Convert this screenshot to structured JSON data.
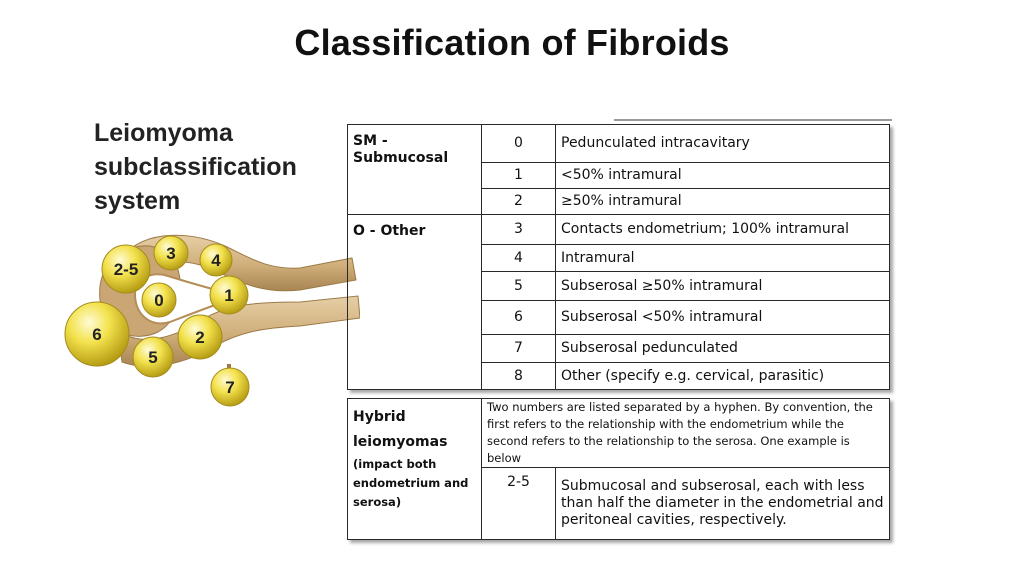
{
  "slide": {
    "title": "Classification of Fibroids"
  },
  "diagram": {
    "heading_lines": [
      "Leiomyoma",
      "subclassification",
      "system"
    ],
    "nodes": [
      {
        "id": "2-5",
        "label": "2-5"
      },
      {
        "id": "3",
        "label": "3"
      },
      {
        "id": "4",
        "label": "4"
      },
      {
        "id": "0",
        "label": "0"
      },
      {
        "id": "1",
        "label": "1"
      },
      {
        "id": "6",
        "label": "6"
      },
      {
        "id": "2",
        "label": "2"
      },
      {
        "id": "5",
        "label": "5"
      },
      {
        "id": "7",
        "label": "7"
      }
    ],
    "colors": {
      "fibroid": "#f2e04a",
      "uterus": "#d7b98c",
      "uterus_inner": "#c49a63"
    }
  },
  "table": {
    "groups": [
      {
        "category": "SM - Submucosal",
        "rows": [
          {
            "num": "0",
            "desc": "Pedunculated intracavitary"
          },
          {
            "num": "1",
            "desc": "<50% intramural"
          },
          {
            "num": "2",
            "desc": "≥50% intramural"
          }
        ]
      },
      {
        "category": "O - Other",
        "rows": [
          {
            "num": "3",
            "desc": "Contacts endometrium; 100% intramural"
          },
          {
            "num": "4",
            "desc": "Intramural"
          },
          {
            "num": "5",
            "desc": "Subserosal ≥50% intramural"
          },
          {
            "num": "6",
            "desc": "Subserosal <50% intramural"
          },
          {
            "num": "7",
            "desc": "Subserosal pedunculated"
          },
          {
            "num": "8",
            "desc": "Other (specify e.g. cervical, parasitic)"
          }
        ]
      }
    ]
  },
  "hybrid": {
    "title_lines": [
      "Hybrid",
      "leiomyomas"
    ],
    "note_lines": [
      "(impact both",
      "endometrium and",
      "serosa)"
    ],
    "description": "Two numbers are listed separated by a hyphen. By convention, the first refers to the relationship with the endometrium while the second refers to the relationship to the serosa. One example is below",
    "example_num": "2-5",
    "example_desc": "Submucosal and subserosal, each with less than half the diameter in the endometrial and peritoneal cavities, respectively."
  }
}
